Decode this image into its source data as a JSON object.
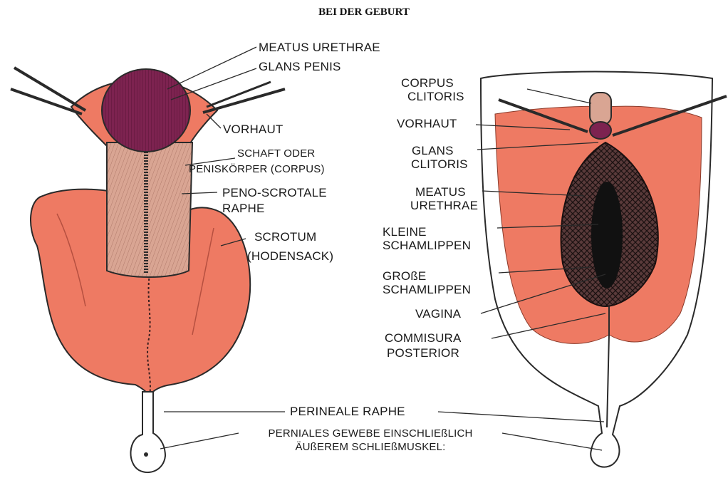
{
  "title": "BEI DER GEBURT",
  "male_labels": {
    "meatus_urethrae": "MEATUS URETHRAE",
    "glans_penis": "GLANS PENIS",
    "vorhaut": "VORHAUT",
    "schaft_line1": "SCHAFT ODER",
    "schaft_line2": "PENISKÖRPER (CORPUS)",
    "peno_line1": "PENO-SCROTALE",
    "peno_line2": "RAPHE",
    "scrotum_line1": "SCROTUM",
    "scrotum_line2": "(HODENSACK)"
  },
  "female_labels": {
    "corpus_line1": "CORPUS",
    "corpus_line2": "CLITORIS",
    "vorhaut": "VORHAUT",
    "glans_line1": "GLANS",
    "glans_line2": "CLITORIS",
    "meatus_line1": "MEATUS",
    "meatus_line2": "URETHRAE",
    "kleine_line1": "KLEINE",
    "kleine_line2": "SCHAMLIPPEN",
    "grosse_line1": "GROßE",
    "grosse_line2": "SCHAMLIPPEN",
    "vagina": "VAGINA",
    "commisura_line1": "COMMISURA",
    "commisura_line2": "POSTERIOR"
  },
  "shared_labels": {
    "perineale_raphe": "PERINEALE RAPHE",
    "gewebe_line1": "PERNIALES GEWEBE EINSCHLIEßLICH",
    "gewebe_line2": "ÄUßEREM SCHLIEßMUSKEL:"
  },
  "colors": {
    "skin": "#ee7a63",
    "skin_light": "#f3a48f",
    "shaft": "#d9a593",
    "glans": "#7d2350",
    "outline": "#2a2a2a"
  }
}
